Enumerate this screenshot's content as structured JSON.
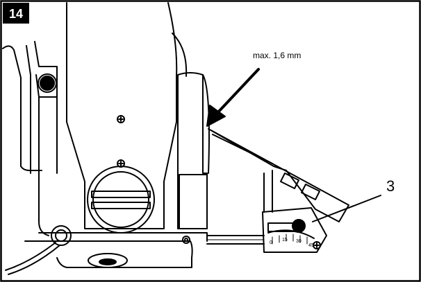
{
  "figure": {
    "number": "14",
    "callout_dimension": "max. 1,6 mm",
    "callout_part": "3",
    "scale_labels": [
      "0",
      "15",
      "30",
      "45"
    ]
  },
  "colors": {
    "ink": "#000000",
    "paper": "#ffffff",
    "badge": "#000000"
  }
}
